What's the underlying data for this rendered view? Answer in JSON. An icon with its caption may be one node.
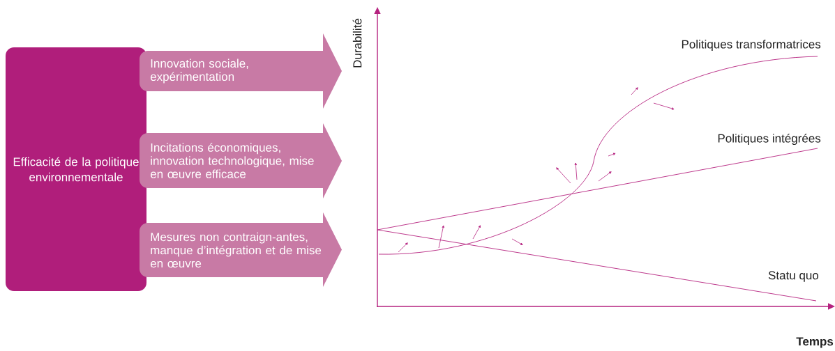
{
  "diagram": {
    "nodes": [
      {
        "text": [
          "Efficacité de la politique environnementale"
        ]
      },
      {
        "text": [
          "Innovation sociale, expérimentation"
        ]
      },
      {
        "text": [
          "Incitations économiques, innovation technologique, mise en œuvre efficace"
        ]
      },
      {
        "text": [
          "Mesures non contraign-antes, manque d’intégration et de mise en œuvre"
        ]
      }
    ],
    "labels": [
      "Durabilité",
      "Politiques transformatrices",
      "Politiques intégrées",
      "Statu quo",
      "Temps"
    ]
  }
}
